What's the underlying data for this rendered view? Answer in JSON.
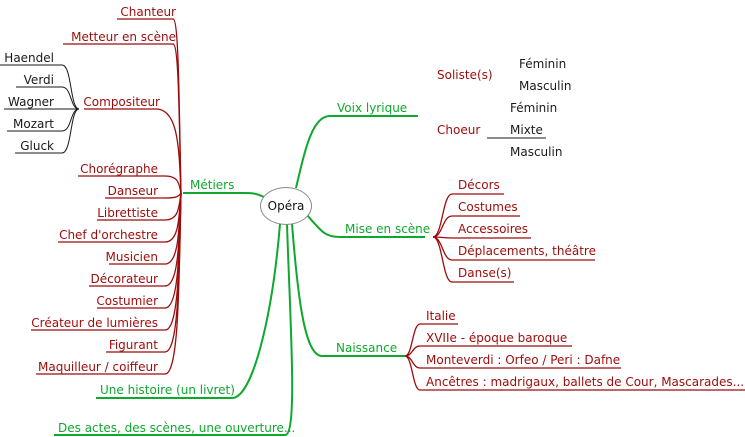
{
  "colors": {
    "level1": "#0fa82e",
    "level2": "#9b0c0c",
    "level3": "#1a1a1a",
    "root_border": "#8a8a8a"
  },
  "root": {
    "label": "Opéra"
  },
  "branches": {
    "metiers": {
      "label": "Métiers",
      "children": [
        "Chanteur",
        "Metteur en scène",
        "Compositeur",
        "Chorégraphe",
        "Danseur",
        "Librettiste",
        "Chef d'orchestre",
        "Musicien",
        "Décorateur",
        "Costumier",
        "Créateur de lumières",
        "Figurant",
        "Maquilleur / coiffeur"
      ],
      "compositeurs": [
        "Haendel",
        "Verdi",
        "Wagner",
        "Mozart",
        "Gluck"
      ]
    },
    "histoire": {
      "label": "Une histoire (un livret)"
    },
    "actes": {
      "label": "Des actes, des scènes, une ouverture..."
    },
    "voix": {
      "label": "Voix lyrique",
      "soliste": {
        "label": "Soliste(s)",
        "children": [
          "Féminin",
          "Masculin"
        ]
      },
      "choeur": {
        "label": "Choeur",
        "children": [
          "Féminin",
          "Mixte",
          "Masculin"
        ]
      }
    },
    "mise_en_scene": {
      "label": "Mise en scène",
      "children": [
        "Décors",
        "Costumes",
        "Accessoires",
        "Déplacements, théâtre",
        "Danse(s)"
      ]
    },
    "naissance": {
      "label": "Naissance",
      "children": [
        "Italie",
        "XVIIe - époque baroque",
        "Monteverdi : Orfeo / Peri : Dafne",
        "Ancêtres : madrigaux, ballets de Cour, Mascarades...."
      ]
    }
  }
}
